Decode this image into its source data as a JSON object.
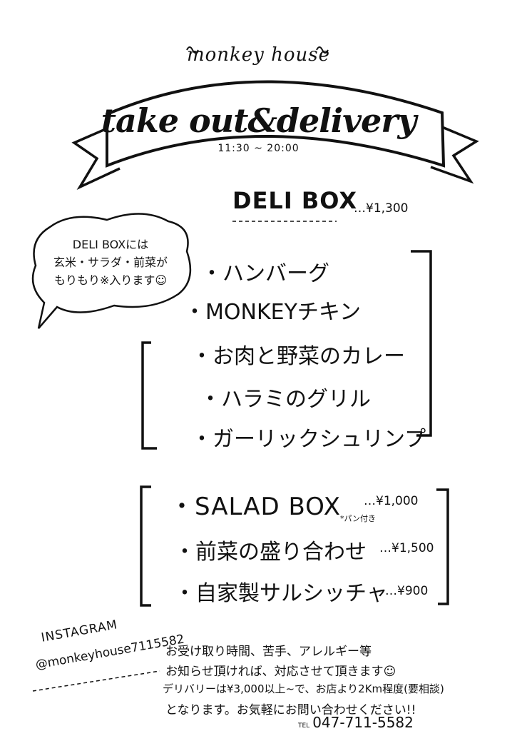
{
  "header": {
    "brand": "monkey house",
    "title": "take out&delivery",
    "hours": "11:30 ~ 20:00"
  },
  "deli_box": {
    "title": "DELI BOX",
    "price": "…¥1,300",
    "bubble_note": [
      "DELI BOXには",
      "玄米・サラダ・前菜が",
      "もりもり※入ります☺"
    ],
    "items": [
      "・ハンバーグ",
      "・MONKEYチキン",
      "・お肉と野菜のカレー",
      "・ハラミのグリル",
      "・ガーリックシュリンプ"
    ]
  },
  "other_menu": {
    "items": [
      {
        "name": "・SALAD BOX",
        "price": "…¥1,000",
        "note": "*パン付き"
      },
      {
        "name": "・前菜の盛り合わせ",
        "price": "…¥1,500"
      },
      {
        "name": "・自家製サルシッチャ",
        "price": "…¥900"
      }
    ]
  },
  "footer": {
    "instagram_label": "INSTAGRAM",
    "instagram_handle": "@monkeyhouse7115582",
    "notice_lines": [
      "お受け取り時間、苦手、アレルギー等",
      "お知らせ頂ければ、対応させて頂きます☺",
      "デリバリーは¥3,000以上~で、お店より2Km程度(要相談)",
      "となります。お気軽にお問い合わせください!!"
    ],
    "tel_label": "TEL",
    "tel_number": "047-711-5582"
  }
}
